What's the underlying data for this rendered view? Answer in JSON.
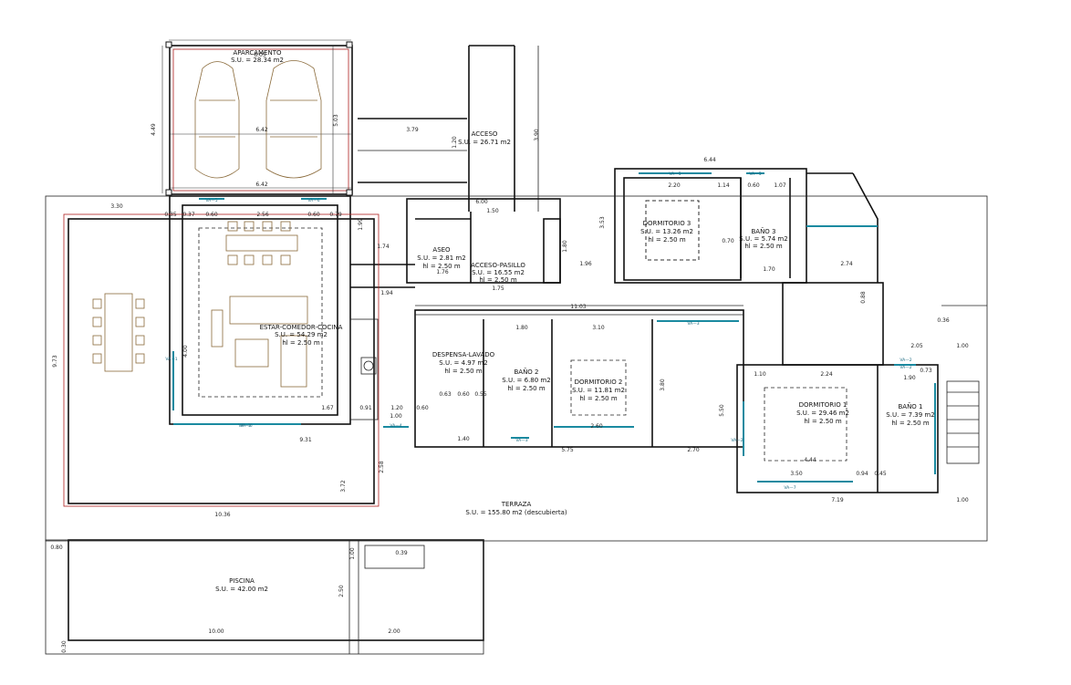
{
  "rooms": [
    {
      "name": "APARCAMENTO",
      "area": "S.U. = 28.34 m2"
    },
    {
      "name": "ACCESO",
      "area": "S.U. = 26.71 m2"
    },
    {
      "name": "DORMITORIO 3",
      "area": "S.U. = 13.26 m2",
      "height": "hl = 2.50 m"
    },
    {
      "name": "BAÑO 3",
      "area": "S.U. = 5.74 m2",
      "height": "hl = 2.50 m"
    },
    {
      "name": "ASEO",
      "area": "S.U. = 2.81 m2",
      "height": "hl = 2.50 m"
    },
    {
      "name": "ACCESO-PASILLO",
      "area": "S.U. = 16.55 m2",
      "height": "hl = 2.50 m"
    },
    {
      "name": "ESTAR-COMEDOR-COCINA",
      "area": "S.U. = 54.29 m2",
      "height": "hl = 2.50 m"
    },
    {
      "name": "DESPENSA-LAVADO",
      "area": "S.U. = 4.97 m2",
      "height": "hl = 2.50 m"
    },
    {
      "name": "BAÑO 2",
      "area": "S.U. = 6.80 m2",
      "height": "hl = 2.50 m"
    },
    {
      "name": "DORMITORIO 2",
      "area": "S.U. = 11.81 m2",
      "height": "hl = 2.50 m"
    },
    {
      "name": "DORMITORIO 1",
      "area": "S.U. = 29.46 m2",
      "height": "hl = 2.50 m"
    },
    {
      "name": "BAÑO 1",
      "area": "S.U. = 7.39 m2",
      "height": "hl = 2.50 m"
    },
    {
      "name": "TERRAZA",
      "area": "S.U. = 155.80 m2 (descubierta)"
    },
    {
      "name": "PISCINA",
      "area": "S.U. = 42.00 m2"
    }
  ],
  "dimensions": [
    "6.05",
    "6.42",
    "6.42",
    "4.49",
    "3.79",
    "5.03",
    "1.20",
    "3.90",
    "6.44",
    "2.20",
    "1.14",
    "0.60",
    "1.07",
    "3.30",
    "0.35",
    "0.37",
    "0.60",
    "2.56",
    "0.60",
    "0.79",
    "1.99",
    "1.74",
    "6.00",
    "1.50",
    "3.53",
    "1.80",
    "1.96",
    "2.74",
    "1.94",
    "11.03",
    "1.80",
    "3.10",
    "0.88",
    "2.05",
    "1.00",
    "0.36",
    "9.73",
    "4.00",
    "1.67",
    "0.91",
    "1.20",
    "0.60",
    "1.00",
    "9.31",
    "1.40",
    "2.60",
    "5.75",
    "2.70",
    "3.80",
    "5.50",
    "2.24",
    "1.10",
    "1.90",
    "0.73",
    "4.44",
    "3.50",
    "0.94",
    "0.45",
    "7.19",
    "1.00",
    "10.36",
    "3.72",
    "2.58",
    "0.80",
    "1.00",
    "10.00",
    "2.00",
    "0.30",
    "2.50",
    "0.39",
    "0.63",
    "0.60",
    "0.55",
    "1.70",
    "1.76",
    "1.75",
    "0.70"
  ],
  "windows": [
    "VA—5",
    "VA—6",
    "VA—5",
    "VA—5",
    "VA—6",
    "VA—1",
    "VA—1",
    "VA—4",
    "VA—3",
    "VA—3",
    "VA—2",
    "VA—7",
    "VA—2",
    "VA—2"
  ]
}
